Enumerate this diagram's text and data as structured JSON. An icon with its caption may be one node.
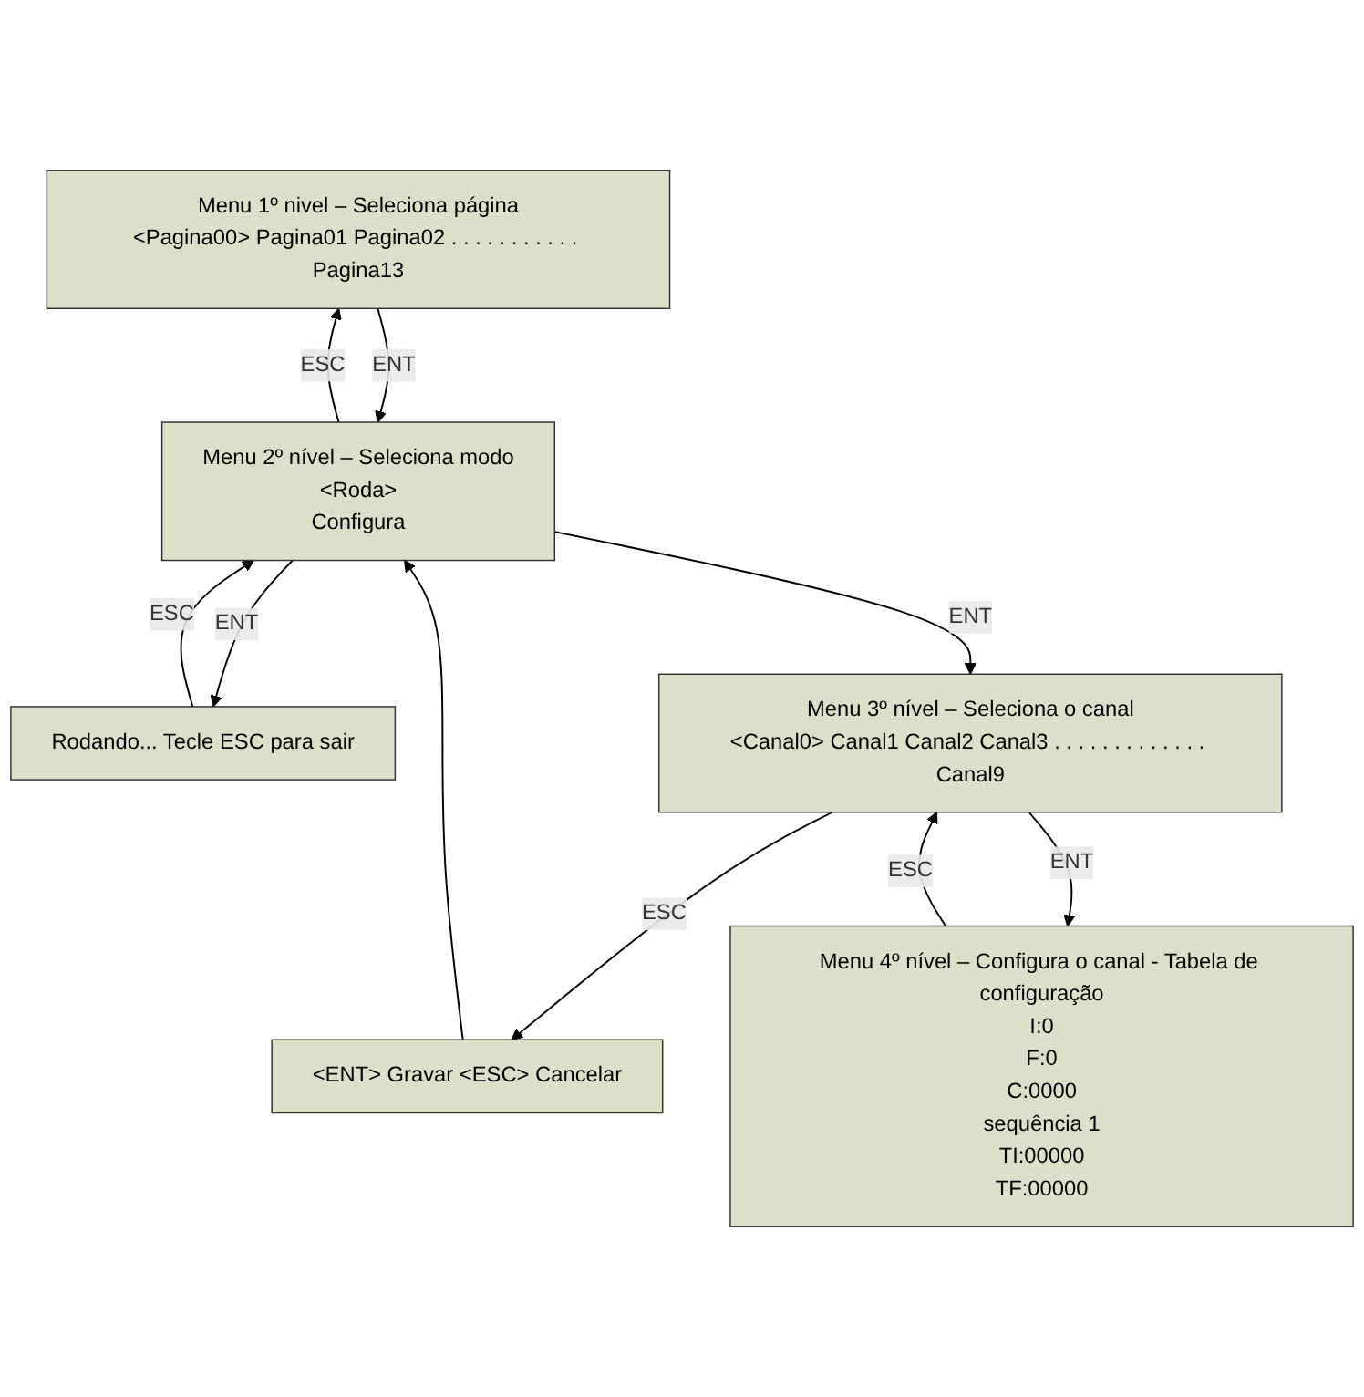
{
  "diagram": {
    "nodes": [
      {
        "text": [
          "Menu 1º nivel – Seleciona página",
          "<Pagina00> Pagina01 Pagina02 . . . . . . . . . . . Pagina13"
        ]
      },
      {
        "text": [
          "Menu 2º nível – Seleciona modo",
          "<Roda>",
          "Configura"
        ]
      },
      {
        "text": [
          "Rodando... Tecle ESC para sair"
        ]
      },
      {
        "text": [
          "<ENT> Gravar <ESC> Cancelar"
        ]
      },
      {
        "text": [
          "Menu 3º nível – Seleciona o canal",
          "<Canal0> Canal1 Canal2 Canal3 . . . . . . . . . . . . . Canal9"
        ]
      },
      {
        "text": [
          "Menu 4º nível – Configura o canal - Tabela de configuração",
          "I:0",
          "F:0",
          "C:0000",
          "sequência 1",
          "TI:00000",
          "TF:00000"
        ]
      }
    ],
    "edges": [
      {
        "from": 0,
        "to": 1,
        "arrow": "to",
        "label": "ENT"
      },
      {
        "from": 1,
        "to": 0,
        "arrow": "to",
        "label": "ESC"
      },
      {
        "from": 1,
        "to": 2,
        "arrow": "to",
        "label": "ENT"
      },
      {
        "from": 2,
        "to": 1,
        "arrow": "to",
        "label": "ESC"
      },
      {
        "from": 1,
        "to": 4,
        "arrow": "to",
        "label": "ENT"
      },
      {
        "from": 4,
        "to": 3,
        "arrow": "to",
        "label": "ESC"
      },
      {
        "from": 3,
        "to": 1,
        "arrow": "to"
      },
      {
        "from": 4,
        "to": 5,
        "arrow": "to",
        "label": "ENT"
      },
      {
        "from": 5,
        "to": 4,
        "arrow": "to",
        "label": "ESC"
      }
    ]
  }
}
